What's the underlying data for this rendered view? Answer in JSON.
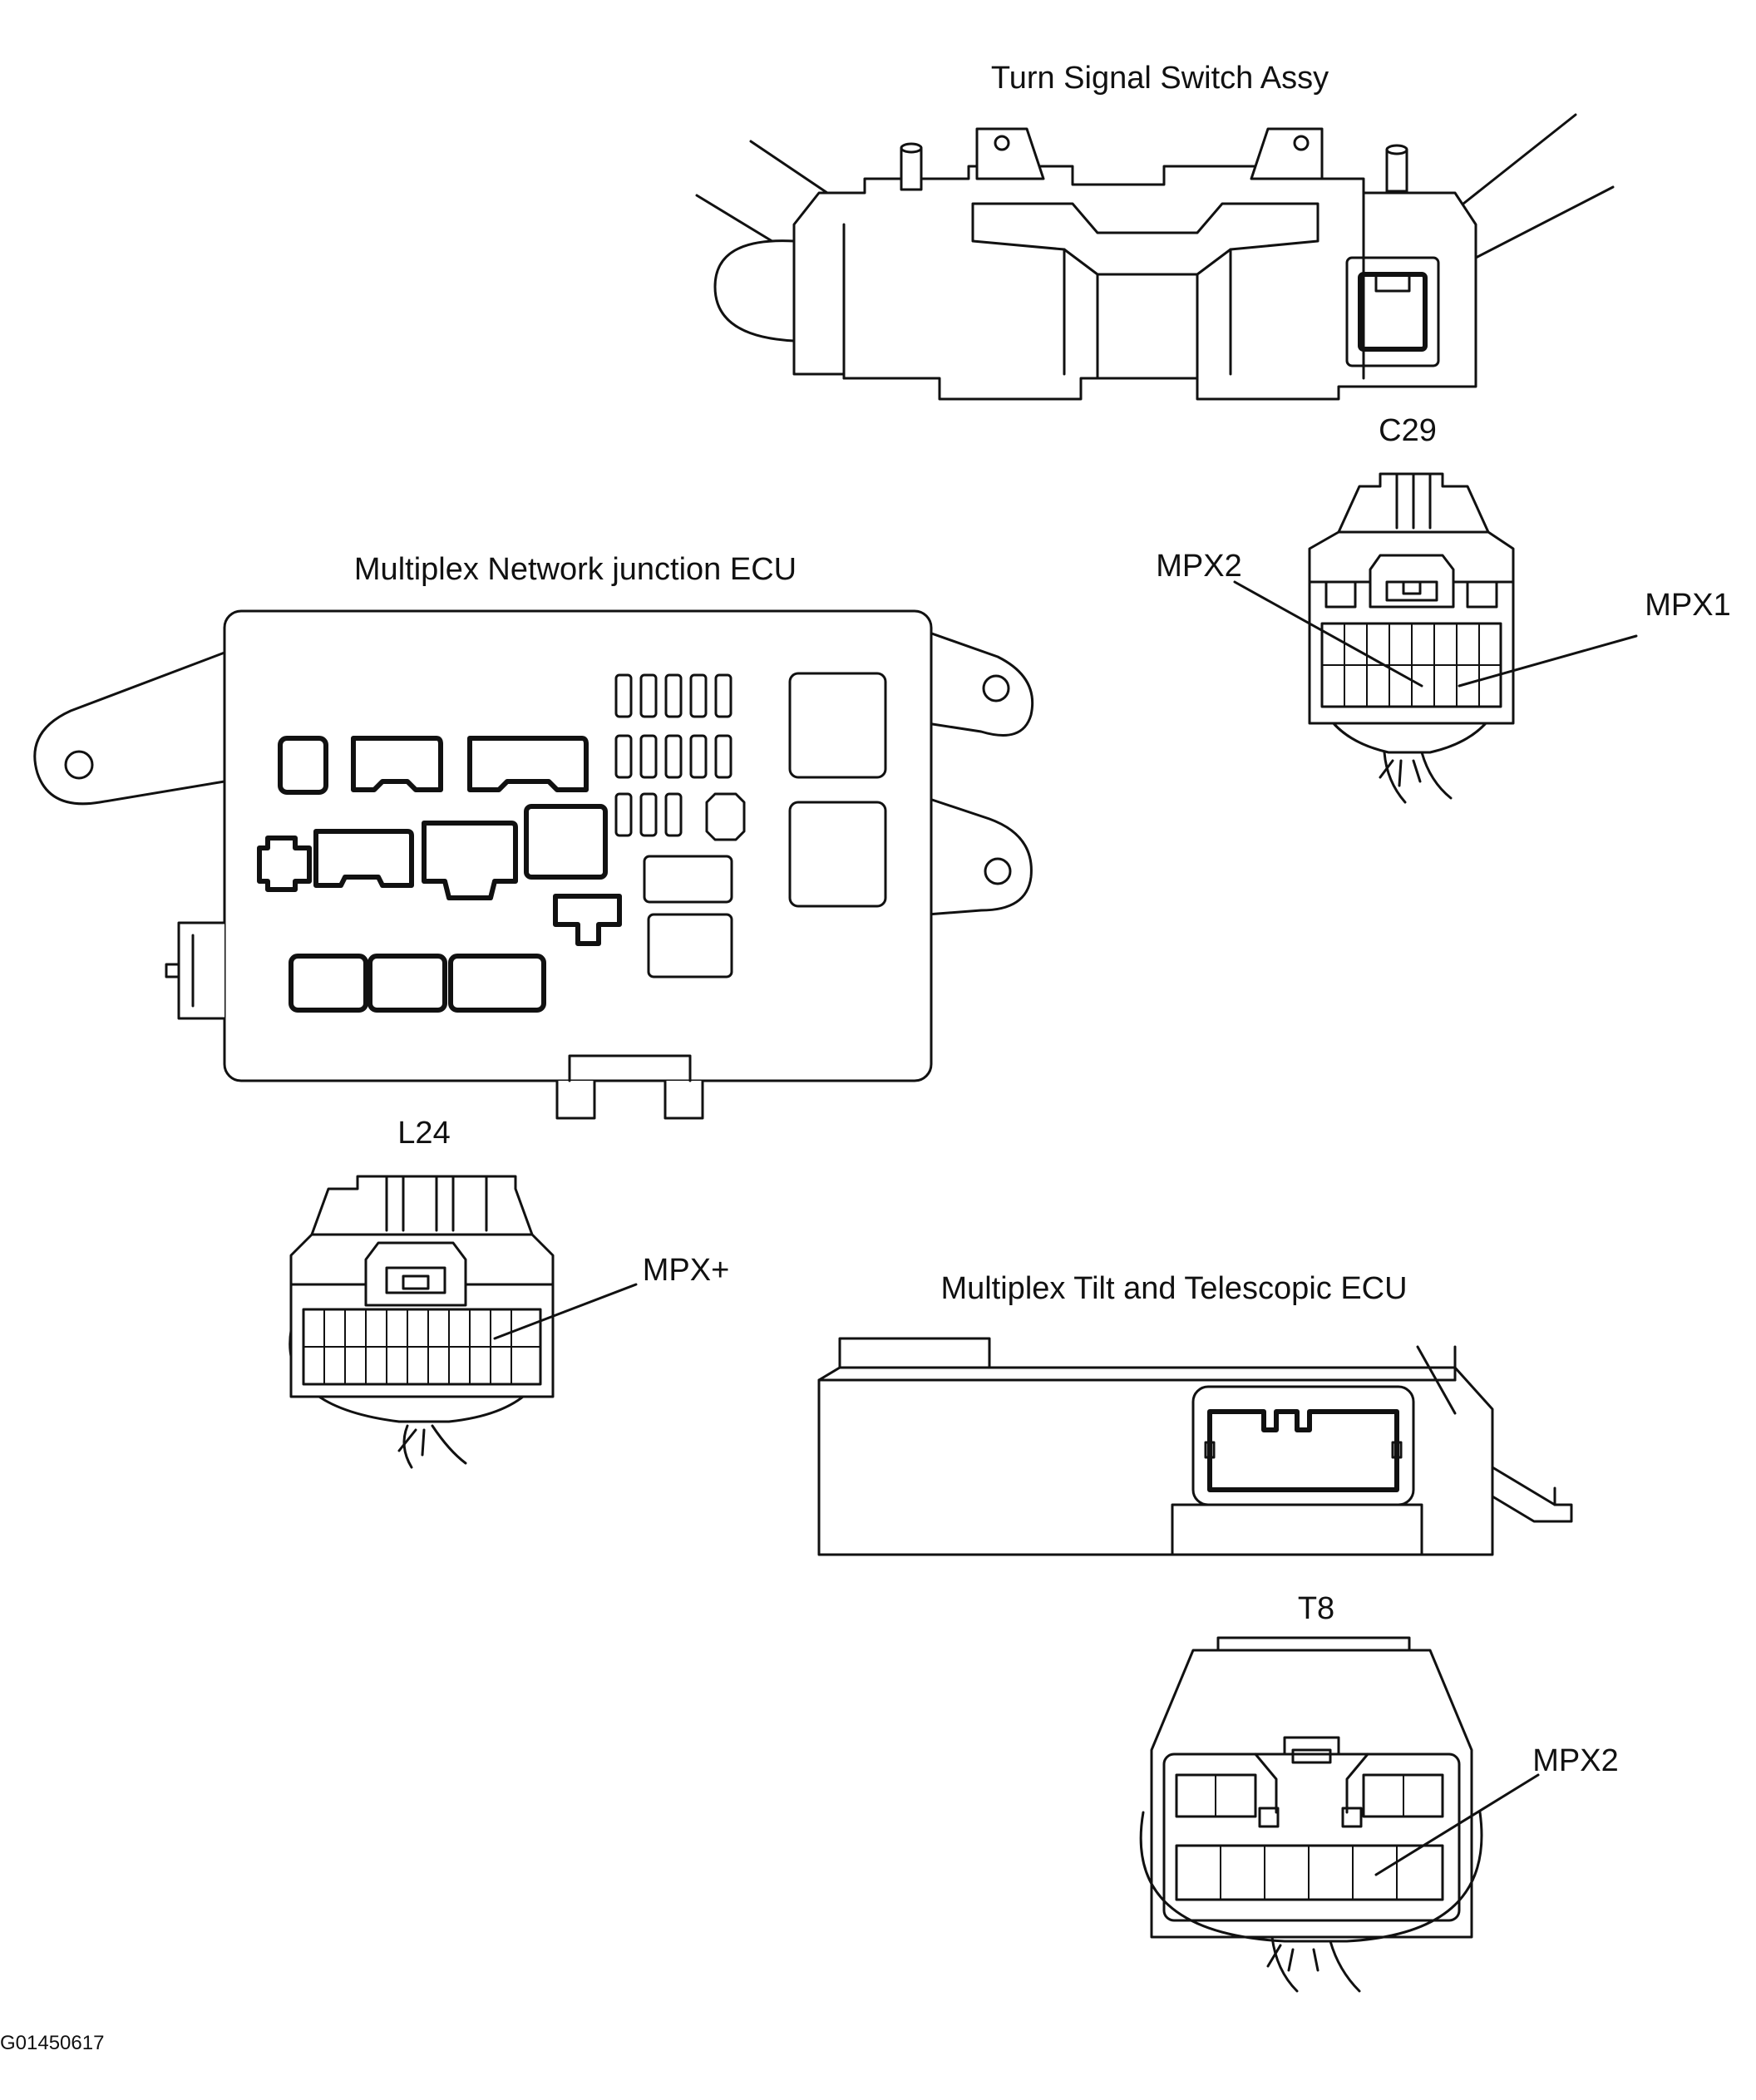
{
  "labels": {
    "turn_signal_title": "Turn Signal Switch Assy",
    "junction_ecu_title": "Multiplex Network junction ECU",
    "tilt_ecu_title": "Multiplex Tilt and Telescopic ECU",
    "c29_code": "C29",
    "l24_code": "L24",
    "t8_code": "T8",
    "c29_pin_left": "MPX2",
    "c29_pin_right": "MPX1",
    "l24_pin": "MPX+",
    "t8_pin": "MPX2",
    "figure_id": "G01450617"
  }
}
